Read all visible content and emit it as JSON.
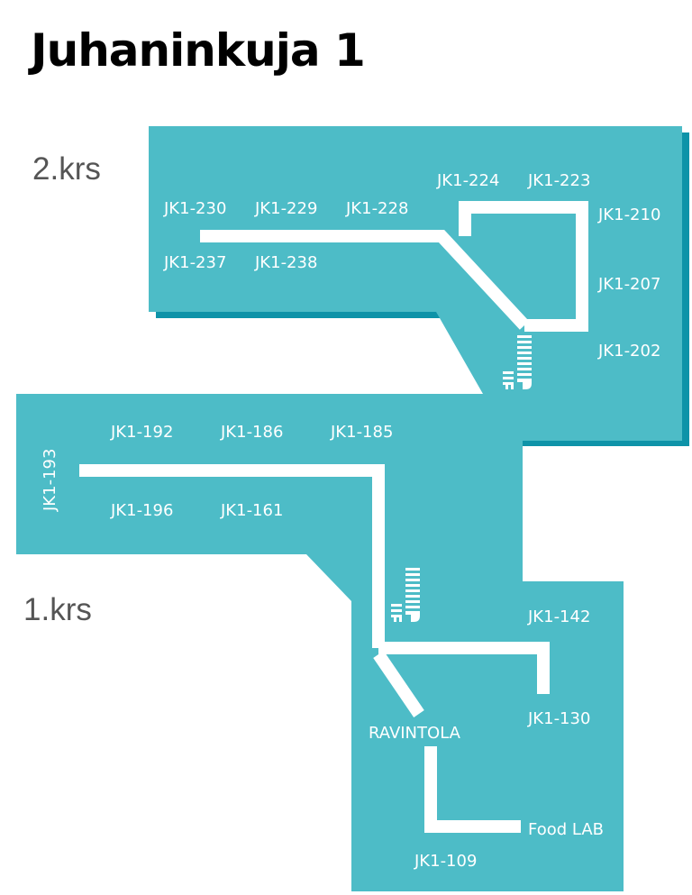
{
  "title": "Juhaninkuja 1",
  "floors": {
    "second": "2.krs",
    "first": "1.krs"
  },
  "rooms": {
    "jk1_224": "JK1-224",
    "jk1_223": "JK1-223",
    "jk1_230": "JK1-230",
    "jk1_229": "JK1-229",
    "jk1_228": "JK1-228",
    "jk1_210": "JK1-210",
    "jk1_237": "JK1-237",
    "jk1_238": "JK1-238",
    "jk1_207": "JK1-207",
    "jk1_202": "JK1-202",
    "jk1_192": "JK1-192",
    "jk1_186": "JK1-186",
    "jk1_185": "JK1-185",
    "jk1_193": "JK1-193",
    "jk1_196": "JK1-196",
    "jk1_161": "JK1-161",
    "jk1_142": "JK1-142",
    "jk1_130": "JK1-130",
    "jk1_109": "JK1-109"
  },
  "places": {
    "restaurant": "RAVINTOLA",
    "food_lab": "Food LAB"
  },
  "colors": {
    "floor_fill": "#4dbcc7",
    "floor_shadow": "#0e93a8",
    "corridor": "#ffffff",
    "title_text": "#000000",
    "floor_label_text": "#555555",
    "room_text": "#ffffff"
  },
  "icons": [
    "stairs-icon"
  ]
}
